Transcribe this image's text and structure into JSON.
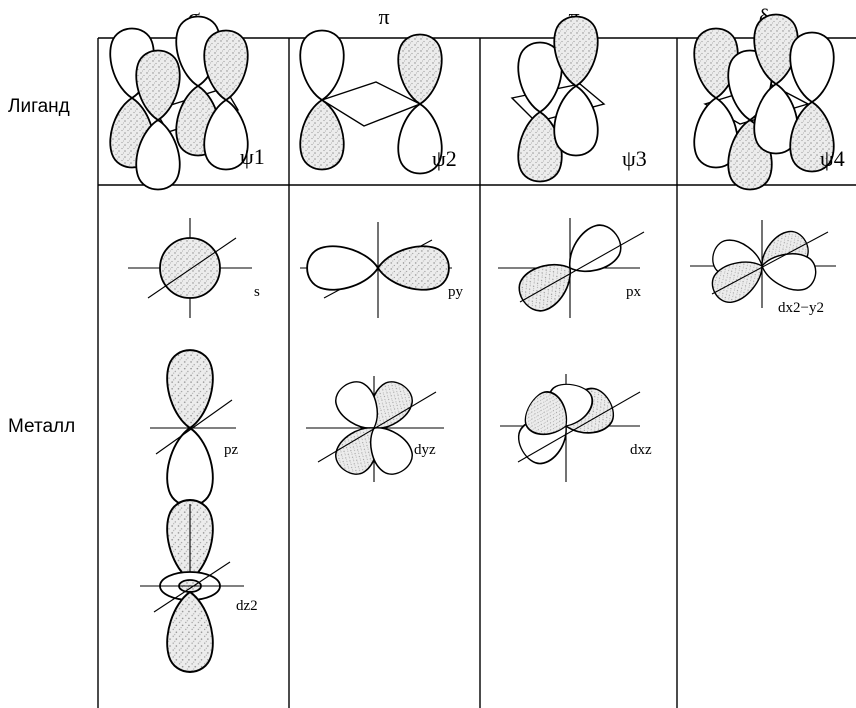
{
  "headers": [
    "σ",
    "π",
    "π",
    "δ"
  ],
  "rows": {
    "ligand": "Лиганд",
    "metal": "Металл"
  },
  "ligand_labels": [
    "ψ1",
    "ψ2",
    "ψ3",
    "ψ4"
  ],
  "metal_labels": {
    "s": "s",
    "py": "py",
    "px": "px",
    "dx2y2": "dx2−y2",
    "pz": "pz",
    "dyz": "dyz",
    "dxz": "dxz",
    "dz2": "dz2"
  }
}
